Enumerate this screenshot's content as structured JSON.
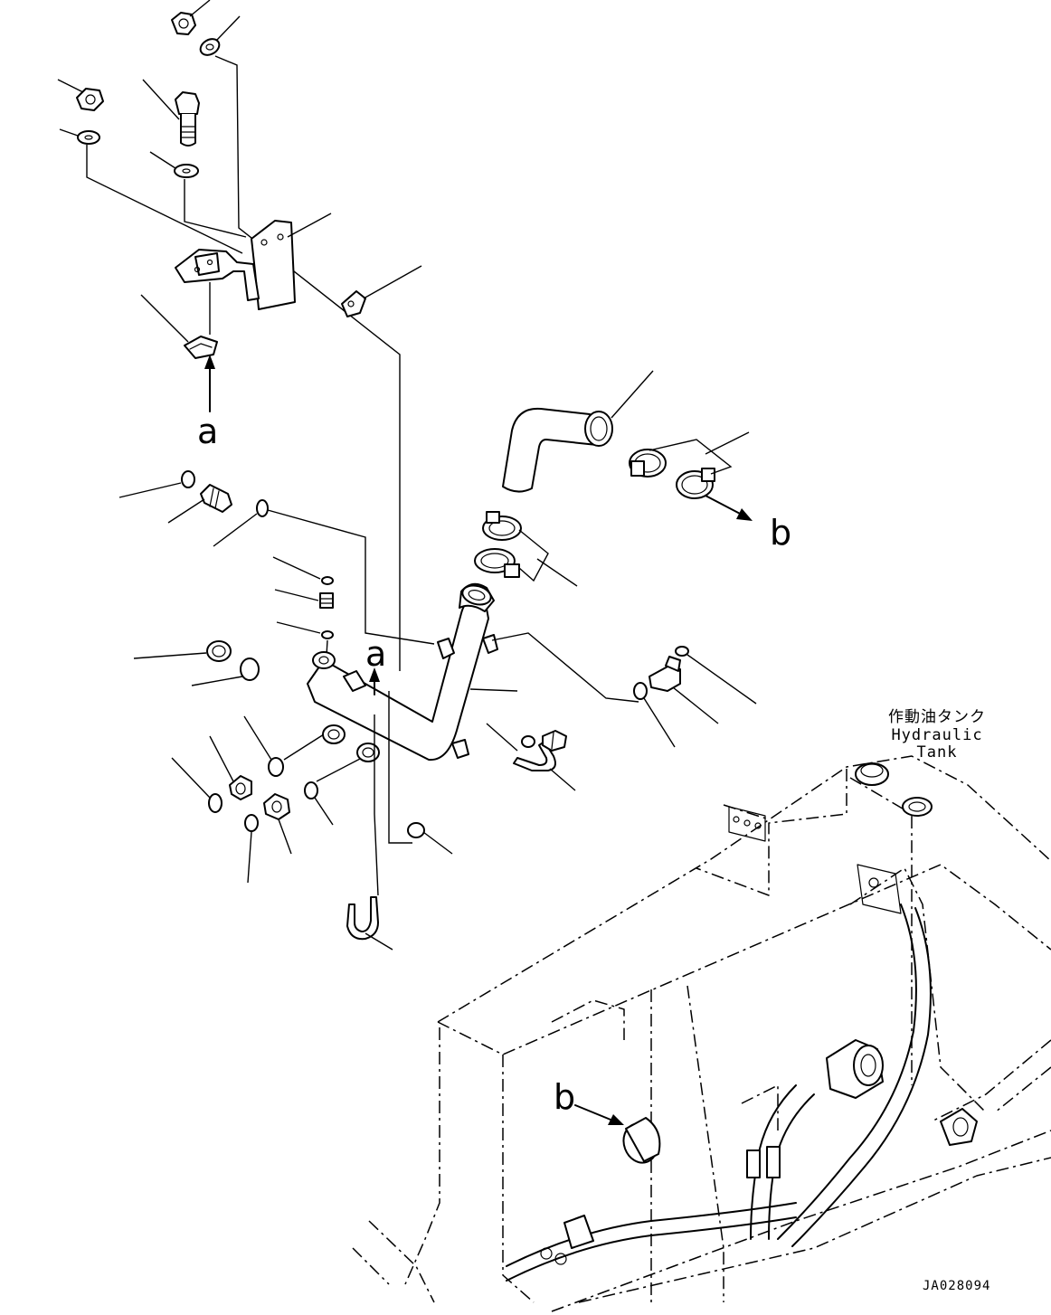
{
  "refs": {
    "a_top": "a",
    "a_mid": "a",
    "b_right": "b",
    "b_lower": "b"
  },
  "tank_label": {
    "jp": "作動油タンク",
    "en": "Hydraulic Tank"
  },
  "drawing_code": "JA028094"
}
